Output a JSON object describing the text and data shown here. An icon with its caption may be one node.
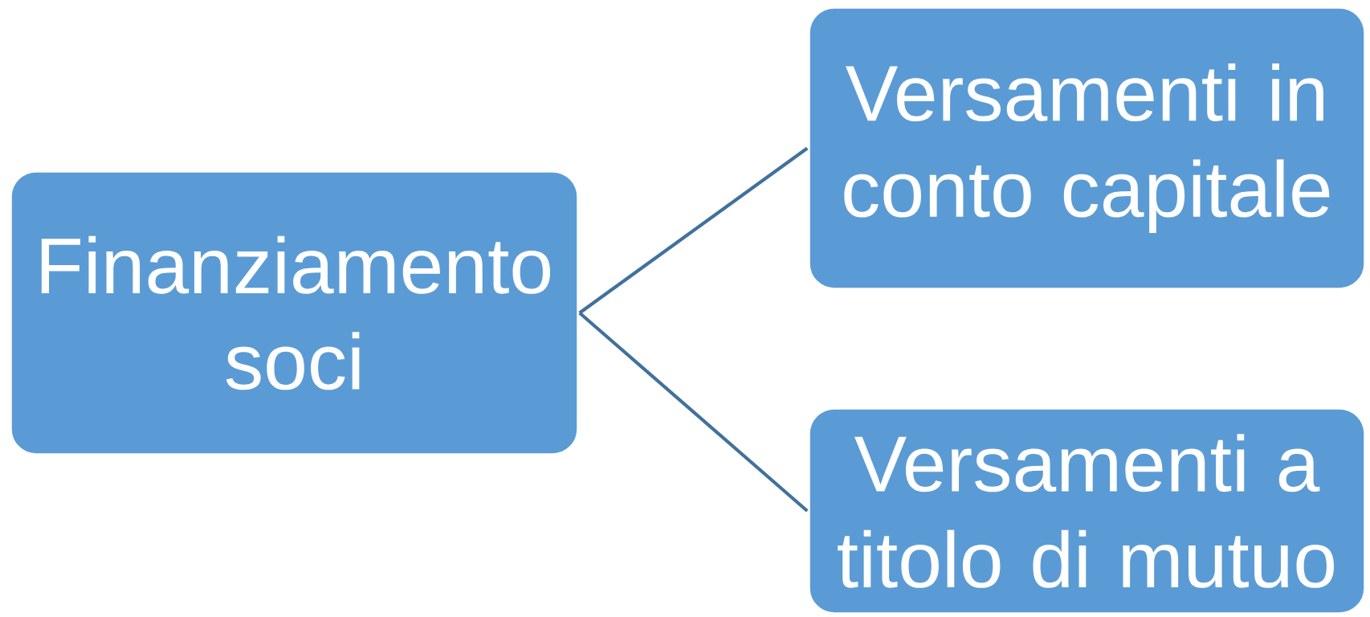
{
  "diagram": {
    "nodes": [
      {
        "text": [
          "Finanziamento soci"
        ]
      },
      {
        "text": [
          "Versamenti in conto capitale"
        ]
      },
      {
        "text": [
          "Versamenti a titolo di mutuo"
        ]
      }
    ],
    "edges": [
      {
        "from": 0,
        "to": 1,
        "arrow": "none"
      },
      {
        "from": 0,
        "to": 2,
        "arrow": "none"
      }
    ]
  }
}
